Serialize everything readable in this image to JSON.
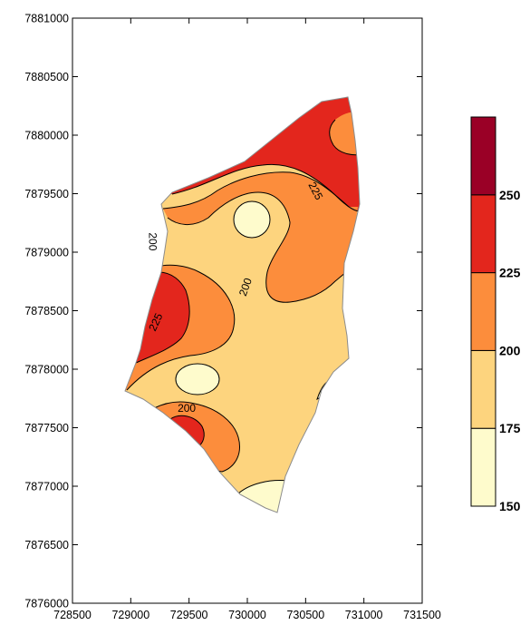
{
  "chart_data": {
    "type": "contour",
    "x_ticks": [
      "728500",
      "729000",
      "729500",
      "730000",
      "730500",
      "731000",
      "731500"
    ],
    "y_ticks": [
      "7876000",
      "7876500",
      "7877000",
      "7877500",
      "7878000",
      "7878500",
      "7879000",
      "7879500",
      "7880000",
      "7880500",
      "7881000"
    ],
    "xlim": [
      728500,
      731500
    ],
    "ylim": [
      7876000,
      7881000
    ],
    "contour_levels": [
      150,
      175,
      200,
      225,
      250
    ],
    "contour_labels": [
      {
        "text": "225",
        "x": 730580,
        "y": 7879520,
        "angle": 62
      },
      {
        "text": "200",
        "x": 729180,
        "y": 7879090,
        "angle": 90
      },
      {
        "text": "200",
        "x": 729990,
        "y": 7878700,
        "angle": -70
      },
      {
        "text": "225",
        "x": 729220,
        "y": 7878400,
        "angle": -65
      },
      {
        "text": "200",
        "x": 729480,
        "y": 7877660,
        "angle": 0
      }
    ],
    "legend": {
      "position": "right",
      "bands": [
        {
          "from": 150,
          "to": 175,
          "color": "#fefbcc"
        },
        {
          "from": 175,
          "to": 200,
          "color": "#fdd47e"
        },
        {
          "from": 200,
          "to": 225,
          "color": "#fc8d3c"
        },
        {
          "from": 225,
          "to": 250,
          "color": "#e3261d"
        },
        {
          "from": 250,
          "to": 275,
          "color": "#9a0026"
        }
      ],
      "labels": [
        "150",
        "175",
        "200",
        "225",
        "250"
      ]
    },
    "grid": false
  }
}
